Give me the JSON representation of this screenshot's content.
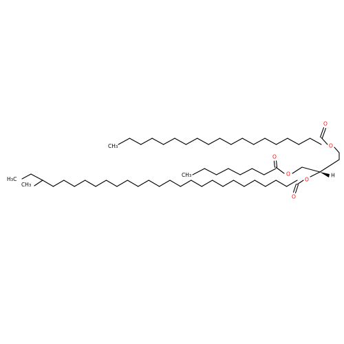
{
  "molecule": {
    "atom_labels": {
      "o_ester1": "O",
      "o_carbonyl1": "O",
      "o_ester2": "O",
      "o_carbonyl2": "O",
      "o_ester3": "O",
      "o_carbonyl3": "O",
      "h_stereo": "H",
      "ch3_top": {
        "main": "CH",
        "sub": "3"
      },
      "ch3_mid": {
        "main": "CH",
        "sub": "3"
      },
      "ch3_left_h": "H",
      "ch3_left_sub": "3",
      "ch3_left_c": "C",
      "ch3_branch": {
        "main": "CH",
        "sub": "3"
      }
    },
    "colors": {
      "oxygen": "#ff0000",
      "carbon": "#000000",
      "bond": "#000000"
    }
  }
}
